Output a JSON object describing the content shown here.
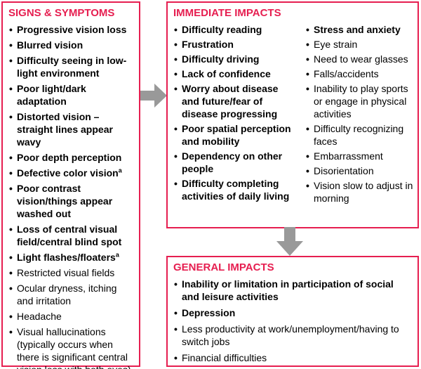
{
  "colors": {
    "accent": "#e61e50",
    "arrow_gray": "#999999",
    "text": "#000000",
    "background": "#ffffff"
  },
  "icons": {
    "right_arrow": "right-arrow-icon",
    "down_arrow": "down-arrow-icon"
  },
  "signs_box": {
    "title": "SIGNS & SYMPTOMS",
    "items": [
      {
        "text": "Progressive vision loss",
        "bold": true
      },
      {
        "text": "Blurred vision",
        "bold": true
      },
      {
        "text": "Difficulty seeing in low-light environment",
        "bold": true
      },
      {
        "text": "Poor light/dark adaptation",
        "bold": true
      },
      {
        "text": "Distorted vision – straight lines appear wavy",
        "bold": true
      },
      {
        "text": "Poor depth perception",
        "bold": true
      },
      {
        "text": "Defective color vision",
        "bold": true,
        "sup": "a"
      },
      {
        "text": "Poor contrast vision/things appear washed out",
        "bold": true
      },
      {
        "text": "Loss of central visual field/central blind spot",
        "bold": true
      },
      {
        "text": "Light flashes/floaters",
        "bold": true,
        "sup": "a"
      },
      {
        "text": "Restricted visual fields",
        "bold": false
      },
      {
        "text": "Ocular dryness, itching and irritation",
        "bold": false
      },
      {
        "text": "Headache",
        "bold": false
      },
      {
        "text": "Visual hallucinations (typically occurs when there is significant central vision loss with both eyes)",
        "bold": false
      }
    ]
  },
  "immediate_box": {
    "title": "IMMEDIATE IMPACTS",
    "col1": [
      {
        "text": "Difficulty reading",
        "bold": true
      },
      {
        "text": "Frustration",
        "bold": true
      },
      {
        "text": "Difficulty driving",
        "bold": true
      },
      {
        "text": "Lack of confidence",
        "bold": true
      },
      {
        "text": "Worry about disease and future/fear of disease progressing",
        "bold": true
      },
      {
        "text": "Poor spatial perception and mobility",
        "bold": true
      },
      {
        "text": "Dependency on other people",
        "bold": true
      },
      {
        "text": "Difficulty completing activities of daily living",
        "bold": true
      }
    ],
    "col2": [
      {
        "text": "Stress and anxiety",
        "bold": true
      },
      {
        "text": "Eye strain",
        "bold": false
      },
      {
        "text": "Need to wear glasses",
        "bold": false
      },
      {
        "text": "Falls/accidents",
        "bold": false
      },
      {
        "text": "Inability to play sports or engage in physical activities",
        "bold": false
      },
      {
        "text": "Difficulty recognizing faces",
        "bold": false
      },
      {
        "text": "Embarrassment",
        "bold": false
      },
      {
        "text": "Disorientation",
        "bold": false
      },
      {
        "text": "Vision slow to adjust in morning",
        "bold": false
      }
    ]
  },
  "general_box": {
    "title": "GENERAL IMPACTS",
    "items": [
      {
        "text": "Inability or limitation in participation of social and leisure activities",
        "bold": true
      },
      {
        "text": "Depression",
        "bold": true
      },
      {
        "text": "Less productivity at work/unemployment/having to switch jobs",
        "bold": false
      },
      {
        "text": "Financial difficulties",
        "bold": false
      }
    ]
  }
}
